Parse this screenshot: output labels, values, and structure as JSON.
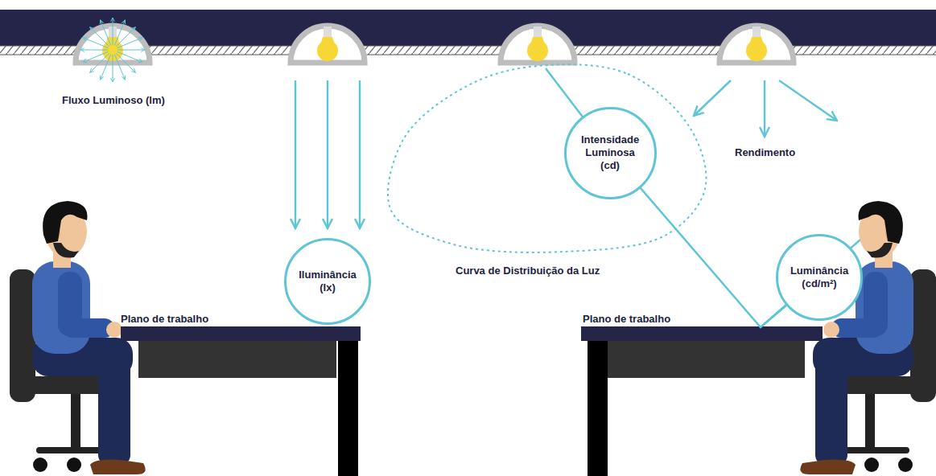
{
  "diagram": {
    "nodes": [
      {
        "text": [
          "Iluminância (lx)"
        ]
      },
      {
        "text": [
          "Intensidade Luminosa (cd)"
        ]
      },
      {
        "text": [
          "Luminância (cd/m²)"
        ]
      }
    ],
    "edges": [
      {
        "from": 1,
        "to": 2,
        "arrow": "none"
      }
    ],
    "labels": [
      "Fluxo Luminoso (lm)",
      "Rendimento",
      "Curva de Distribuição da Luz",
      "Plano de trabalho",
      "Plano de trabalho"
    ]
  }
}
